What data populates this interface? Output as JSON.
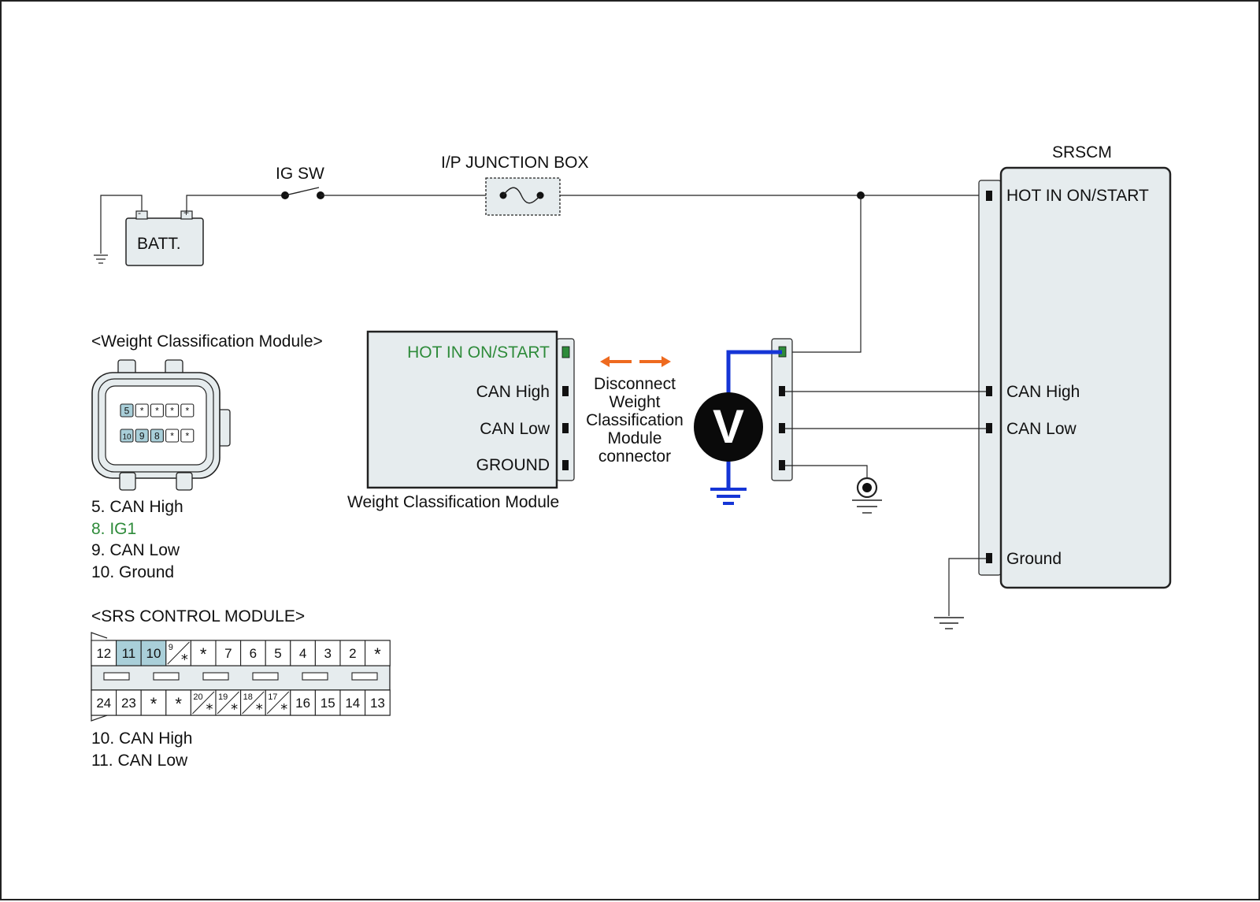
{
  "top": {
    "ig_sw": "IG SW",
    "ip_junction_box": "I/P JUNCTION BOX",
    "batt": "BATT.",
    "batt_minus": "-",
    "batt_plus": "+"
  },
  "srscm": {
    "title": "SRSCM",
    "hot_in": "HOT IN ON/START",
    "can_high": "CAN High",
    "can_low": "CAN Low",
    "ground": "Ground"
  },
  "wcm": {
    "hot_in": "HOT IN ON/START",
    "can_high": "CAN High",
    "can_low": "CAN Low",
    "ground": "GROUND",
    "caption": "Weight Classification Module"
  },
  "instruction": {
    "lines": [
      "Disconnect",
      "Weight",
      "Classification",
      "Module",
      "connector"
    ]
  },
  "voltmeter": {
    "symbol": "V"
  },
  "wcm_connector": {
    "title": "<Weight Classification Module>",
    "row1": [
      "5",
      "*",
      "*",
      "*",
      "*"
    ],
    "row2": [
      "10",
      "9",
      "8",
      "*",
      "*"
    ],
    "pins": [
      {
        "text": "5. CAN High",
        "highlight": false
      },
      {
        "text": "8. IG1",
        "highlight": true
      },
      {
        "text": "9. CAN Low",
        "highlight": false
      },
      {
        "text": "10. Ground",
        "highlight": false
      }
    ]
  },
  "srs_connector": {
    "title": "<SRS CONTROL MODULE>",
    "top_row": [
      "12",
      "11",
      "10",
      "9",
      "*",
      "7",
      "6",
      "5",
      "4",
      "3",
      "2",
      "*"
    ],
    "bottom_row": [
      "24",
      "23",
      "*",
      "*",
      "20",
      "19",
      "18",
      "17",
      "16",
      "15",
      "14",
      "13"
    ],
    "pins": [
      "10. CAN High",
      "11. CAN Low"
    ]
  },
  "colors": {
    "line": "#222222",
    "module_fill": "#e6ecee",
    "highlight_pin": "#2e8b3a",
    "probe_wire": "#1535d6",
    "arrow": "#ee6a1f",
    "cell_highlight": "#a9cfd9"
  }
}
